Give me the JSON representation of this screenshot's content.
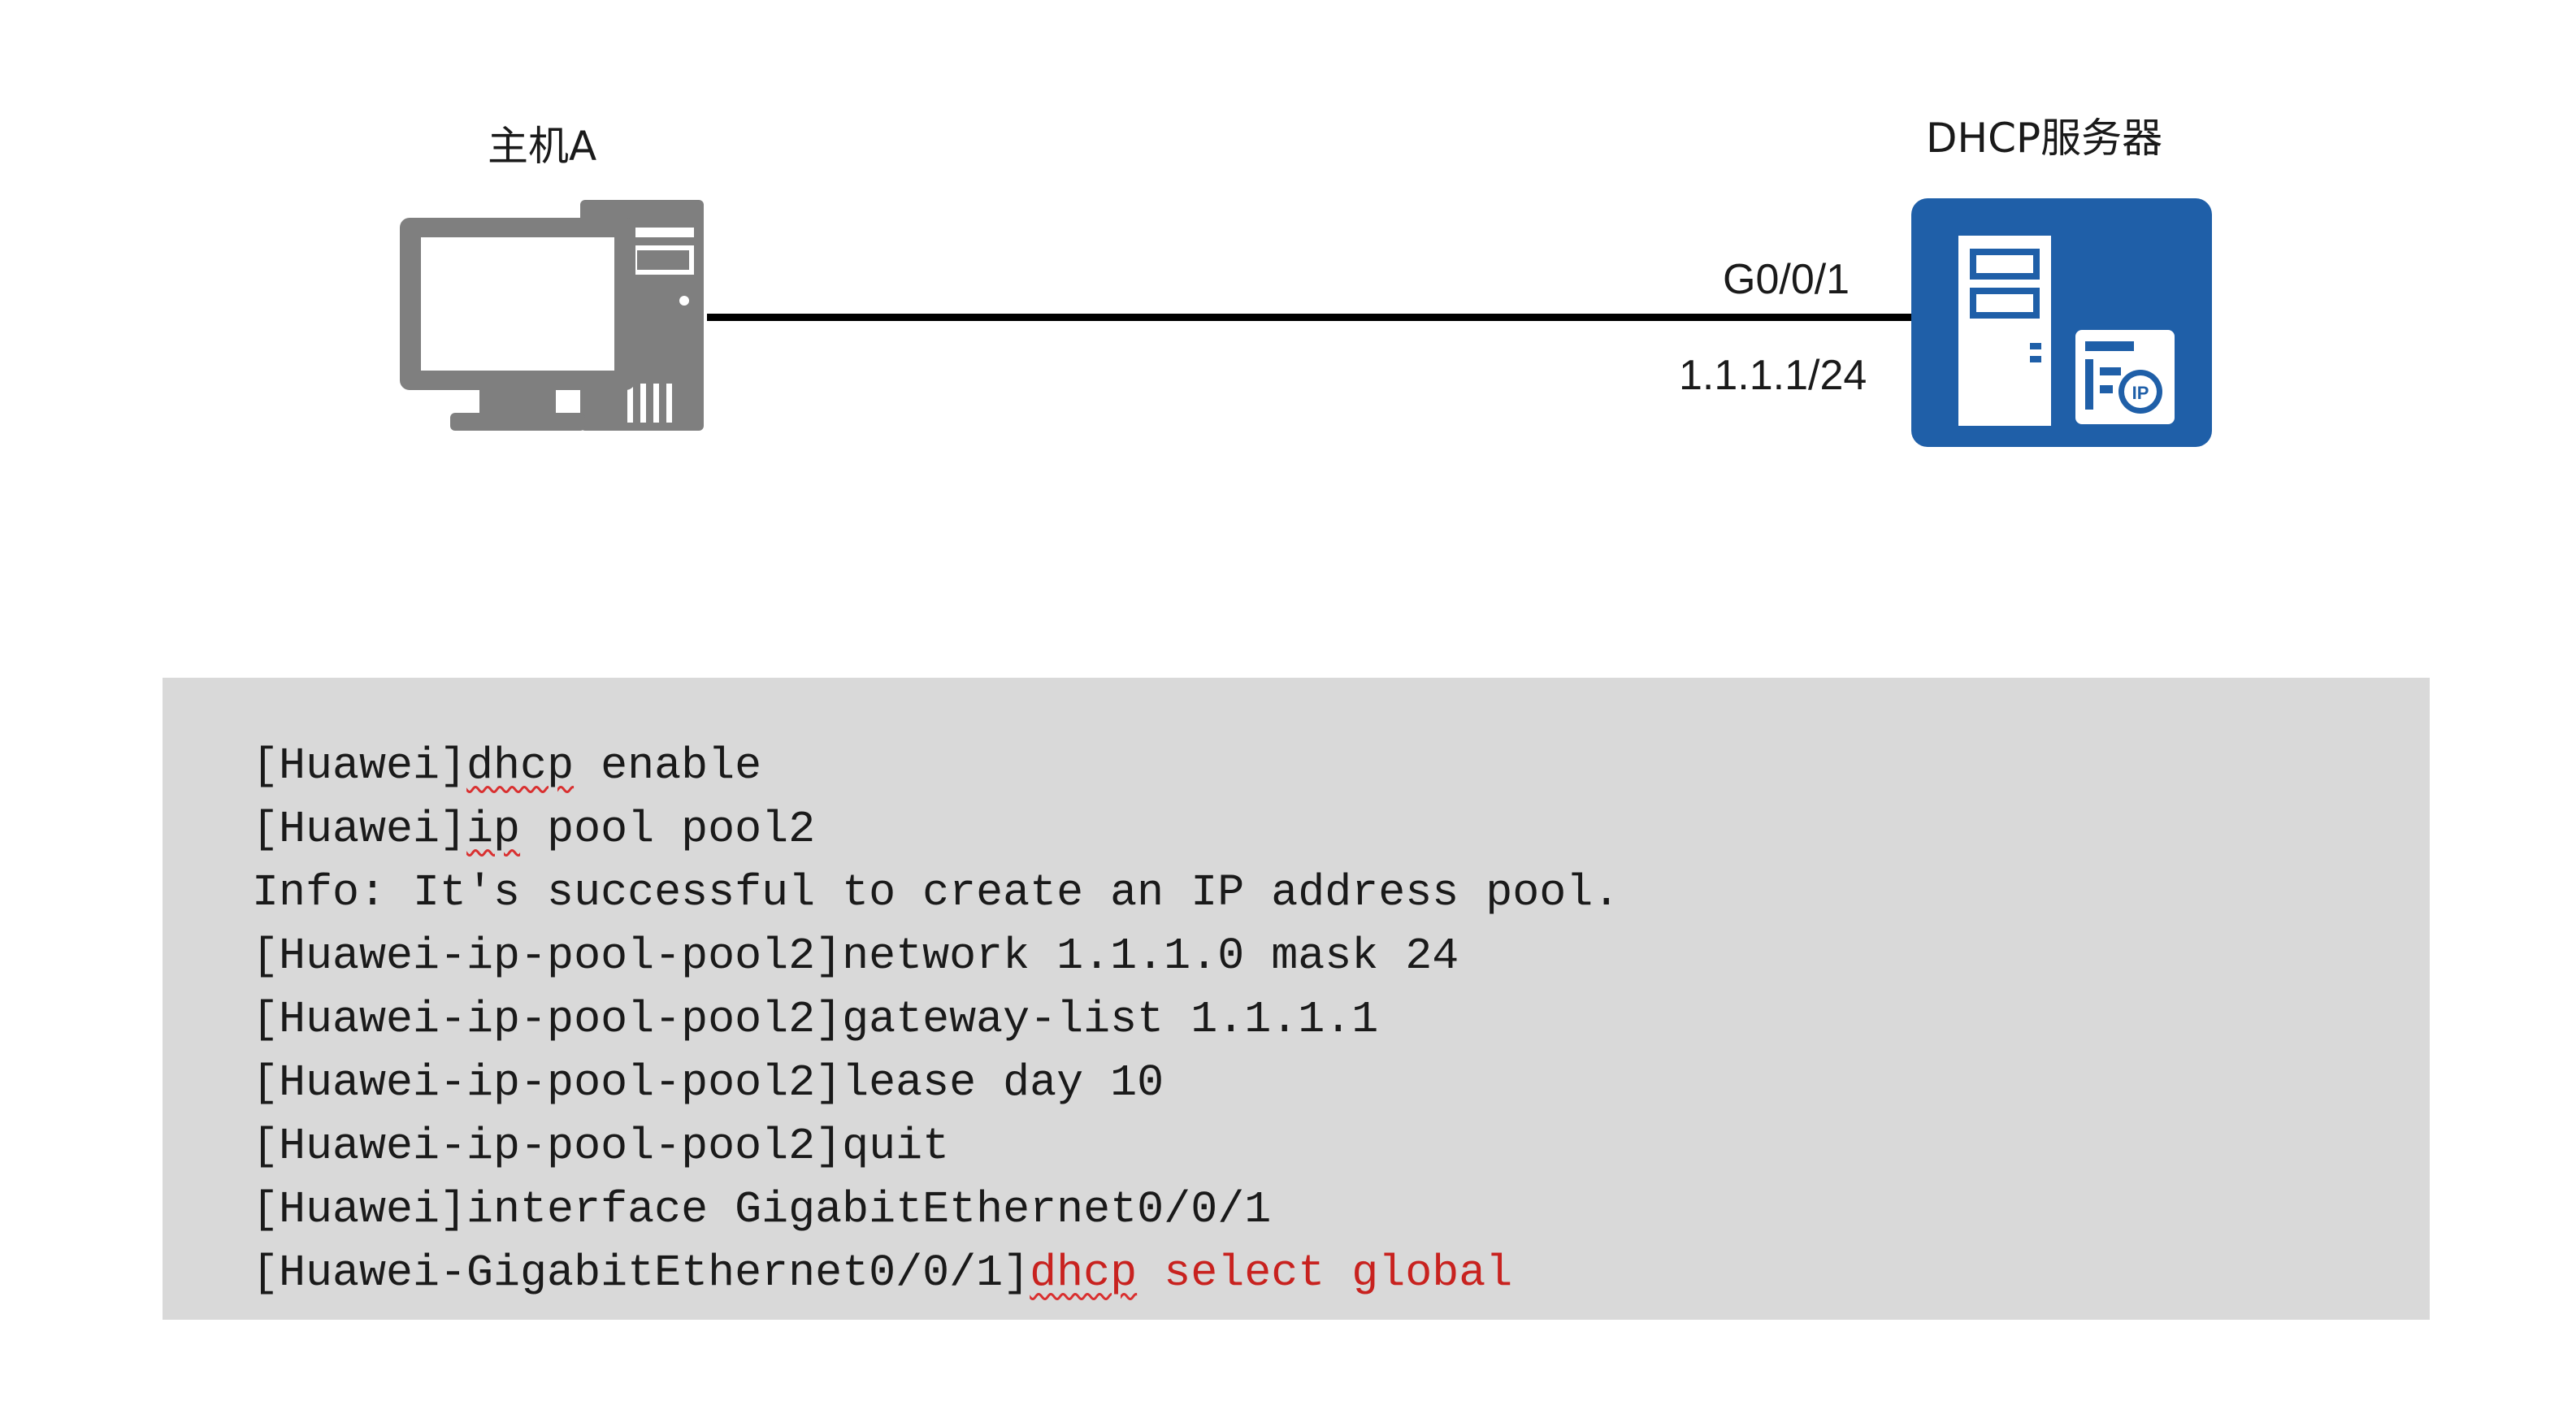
{
  "diagram": {
    "host": {
      "label": "主机A",
      "icon": "desktop-computer-icon"
    },
    "server": {
      "label": "DHCP服务器",
      "icon": "dhcp-server-icon",
      "badge": "IP"
    },
    "link": {
      "interface": "G0/0/1",
      "ip": "1.1.1.1/24"
    },
    "colors": {
      "server_blue": "#1f5fa8",
      "host_gray": "#7f7f7f",
      "config_bg": "#d9d9d9",
      "highlight_red": "#c8221f"
    }
  },
  "config": {
    "lines": [
      {
        "segments": [
          {
            "text": "[Huawei]"
          },
          {
            "text": "dhcp",
            "spellcheck": true
          },
          {
            "text": " enable"
          }
        ]
      },
      {
        "segments": [
          {
            "text": "[Huawei]"
          },
          {
            "text": "ip",
            "spellcheck": true
          },
          {
            "text": " pool pool2"
          }
        ]
      },
      {
        "segments": [
          {
            "text": "Info: It's successful to create an IP address pool."
          }
        ]
      },
      {
        "segments": [
          {
            "text": "[Huawei-ip-pool-pool2]network 1.1.1.0 mask 24"
          }
        ]
      },
      {
        "segments": [
          {
            "text": "[Huawei-ip-pool-pool2]gateway-list 1.1.1.1"
          }
        ]
      },
      {
        "segments": [
          {
            "text": "[Huawei-ip-pool-pool2]lease day 10"
          }
        ]
      },
      {
        "segments": [
          {
            "text": "[Huawei-ip-pool-pool2]quit"
          }
        ]
      },
      {
        "segments": [
          {
            "text": "[Huawei]interface GigabitEthernet0/0/1"
          }
        ]
      },
      {
        "segments": [
          {
            "text": "[Huawei-GigabitEthernet0/0/1]"
          },
          {
            "text": "dhcp",
            "spellcheck": true,
            "highlight": true
          },
          {
            "text": " select global",
            "highlight": true
          }
        ]
      }
    ]
  }
}
